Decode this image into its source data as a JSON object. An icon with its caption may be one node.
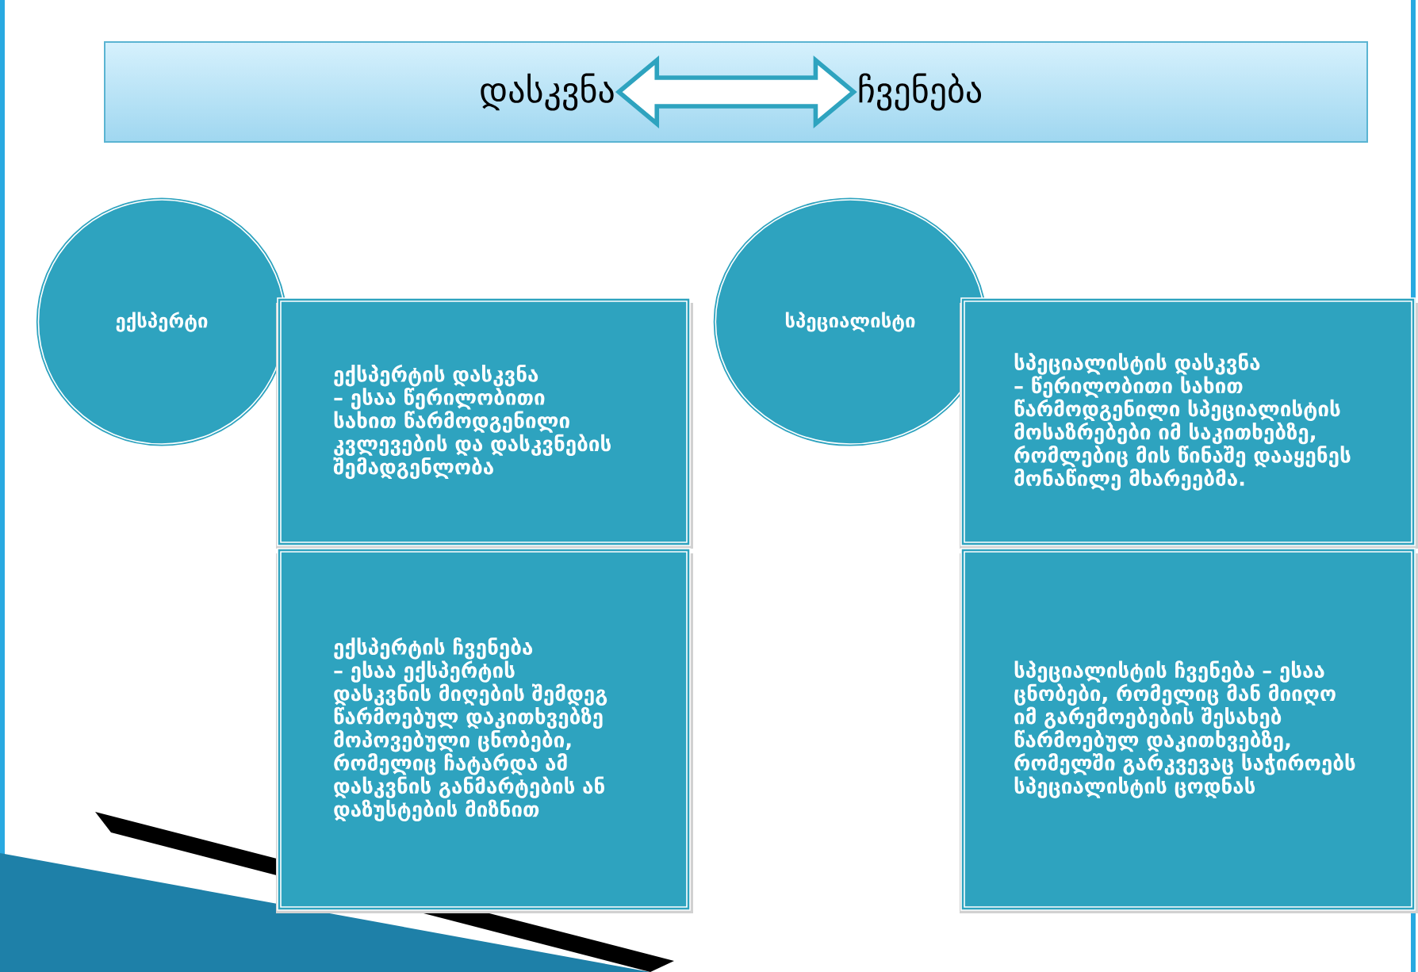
{
  "diagram": {
    "nodes": [
      {
        "text": [],
        "shape": "box"
      },
      {
        "text": [
          "დასკვნა"
        ],
        "in": 0
      },
      {
        "text": [
          "ჩვენება"
        ],
        "in": 0
      },
      {
        "text": [
          "ექსპერტი"
        ]
      },
      {
        "text": [
          "ექსპერტის დასკვნა – ესაა წერილობითი სახით წარმოდგენილი კვლევების და დასკვნების შემადგენლობა"
        ]
      },
      {
        "text": [
          "ექსპერტის ჩვენება – ესაა ექსპერტის დასკვნის მიღების შემდეგ წარმოებულ დაკითხვებზე მოპოვებული ცნობები, რომელიც ჩატარდა ამ დასკვნის განმარტების ან დაზუსტების მიზნით"
        ]
      },
      {
        "text": [
          "სპეციალისტი"
        ]
      },
      {
        "text": [
          "სპეციალისტის დასკვნა – წერილობითი სახით წარმოდგენილი სპეციალისტის მოსაზრებები იმ საკითხებზე, რომლებიც მის წინაშე დააყენეს მონაწილე მხარეებმა."
        ]
      },
      {
        "text": [
          "სპეციალისტის ჩვენება – ესაა ცნობები, რომელიც მან მიიღო იმ გარემოებების შესახებ წარმოებულ დაკითხვებზე, რომელში გარკვევაც საჭიროებს სპეციალისტის ცოდნას"
        ]
      }
    ],
    "edges": [
      {
        "from": 1,
        "to": 2,
        "arrow": "both",
        "style": "thick"
      }
    ]
  }
}
